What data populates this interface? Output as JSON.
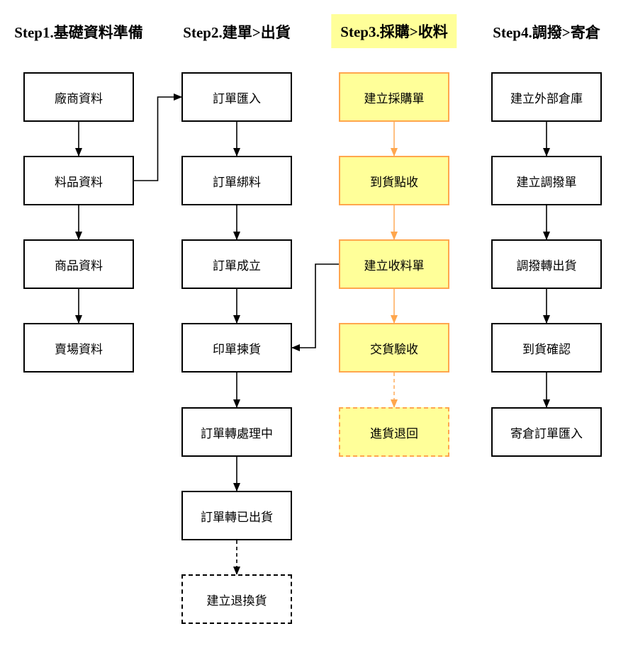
{
  "diagram": {
    "colors": {
      "background": "#FFFFFF",
      "box_fill": "#FFFFFF",
      "box_border": "#000000",
      "text": "#000000",
      "highlight_fill": "#FFFF99",
      "highlight_border": "#FFA64D",
      "line_black": "#000000",
      "line_orange": "#FFA64D"
    },
    "columns": [
      {
        "id": "step1",
        "header": {
          "label": "Step1.基礎資料準備",
          "highlighted": false
        },
        "nodes": [
          {
            "id": "vendor-data",
            "label": "廠商資料",
            "variant": "solid"
          },
          {
            "id": "item-data",
            "label": "料品資料",
            "variant": "solid"
          },
          {
            "id": "product-data",
            "label": "商品資料",
            "variant": "solid"
          },
          {
            "id": "store-data",
            "label": "賣場資料",
            "variant": "solid"
          }
        ]
      },
      {
        "id": "step2",
        "header": {
          "label": "Step2.建單>出貨",
          "highlighted": false
        },
        "nodes": [
          {
            "id": "order-import",
            "label": "訂單匯入",
            "variant": "solid"
          },
          {
            "id": "order-bind-material",
            "label": "訂單綁料",
            "variant": "solid"
          },
          {
            "id": "order-established",
            "label": "訂單成立",
            "variant": "solid"
          },
          {
            "id": "print-pick",
            "label": "印單揀貨",
            "variant": "solid"
          },
          {
            "id": "order-to-processing",
            "label": "訂單轉處理中",
            "variant": "solid"
          },
          {
            "id": "order-to-shipped",
            "label": "訂單轉已出貨",
            "variant": "solid"
          },
          {
            "id": "create-return-exchange",
            "label": "建立退換貨",
            "variant": "dashed"
          }
        ]
      },
      {
        "id": "step3",
        "header": {
          "label": "Step3.採購>收料",
          "highlighted": true
        },
        "nodes": [
          {
            "id": "create-purchase-order",
            "label": "建立採購單",
            "variant": "solid"
          },
          {
            "id": "arrival-check",
            "label": "到貨點收",
            "variant": "solid"
          },
          {
            "id": "create-receiving-slip",
            "label": "建立收料單",
            "variant": "solid"
          },
          {
            "id": "delivery-inspection",
            "label": "交貨驗收",
            "variant": "solid"
          },
          {
            "id": "purchase-return",
            "label": "進貨退回",
            "variant": "dashed"
          }
        ]
      },
      {
        "id": "step4",
        "header": {
          "label": "Step4.調撥>寄倉",
          "highlighted": false
        },
        "nodes": [
          {
            "id": "create-external-warehouse",
            "label": "建立外部倉庫",
            "variant": "solid"
          },
          {
            "id": "create-transfer-slip",
            "label": "建立調撥單",
            "variant": "solid"
          },
          {
            "id": "transfer-to-shipment",
            "label": "調撥轉出貨",
            "variant": "solid"
          },
          {
            "id": "arrival-confirm",
            "label": "到貨確認",
            "variant": "solid"
          },
          {
            "id": "warehouse-order-import",
            "label": "寄倉訂單匯入",
            "variant": "solid"
          }
        ]
      }
    ],
    "edges": [
      {
        "from": "vendor-data",
        "to": "item-data",
        "color": "black",
        "dash": false
      },
      {
        "from": "item-data",
        "to": "product-data",
        "color": "black",
        "dash": false
      },
      {
        "from": "product-data",
        "to": "store-data",
        "color": "black",
        "dash": false
      },
      {
        "from": "item-data",
        "to": "order-import",
        "color": "black",
        "dash": false
      },
      {
        "from": "order-import",
        "to": "order-bind-material",
        "color": "black",
        "dash": false
      },
      {
        "from": "order-bind-material",
        "to": "order-established",
        "color": "black",
        "dash": false
      },
      {
        "from": "order-established",
        "to": "print-pick",
        "color": "black",
        "dash": false
      },
      {
        "from": "print-pick",
        "to": "order-to-processing",
        "color": "black",
        "dash": false
      },
      {
        "from": "order-to-processing",
        "to": "order-to-shipped",
        "color": "black",
        "dash": false
      },
      {
        "from": "order-to-shipped",
        "to": "create-return-exchange",
        "color": "black",
        "dash": true
      },
      {
        "from": "create-purchase-order",
        "to": "arrival-check",
        "color": "orange",
        "dash": false
      },
      {
        "from": "arrival-check",
        "to": "create-receiving-slip",
        "color": "orange",
        "dash": false
      },
      {
        "from": "create-receiving-slip",
        "to": "delivery-inspection",
        "color": "orange",
        "dash": false
      },
      {
        "from": "delivery-inspection",
        "to": "purchase-return",
        "color": "orange",
        "dash": true
      },
      {
        "from": "create-receiving-slip",
        "to": "print-pick",
        "color": "black",
        "dash": false
      },
      {
        "from": "create-external-warehouse",
        "to": "create-transfer-slip",
        "color": "black",
        "dash": false
      },
      {
        "from": "create-transfer-slip",
        "to": "transfer-to-shipment",
        "color": "black",
        "dash": false
      },
      {
        "from": "transfer-to-shipment",
        "to": "arrival-confirm",
        "color": "black",
        "dash": false
      },
      {
        "from": "arrival-confirm",
        "to": "warehouse-order-import",
        "color": "black",
        "dash": false
      }
    ]
  }
}
